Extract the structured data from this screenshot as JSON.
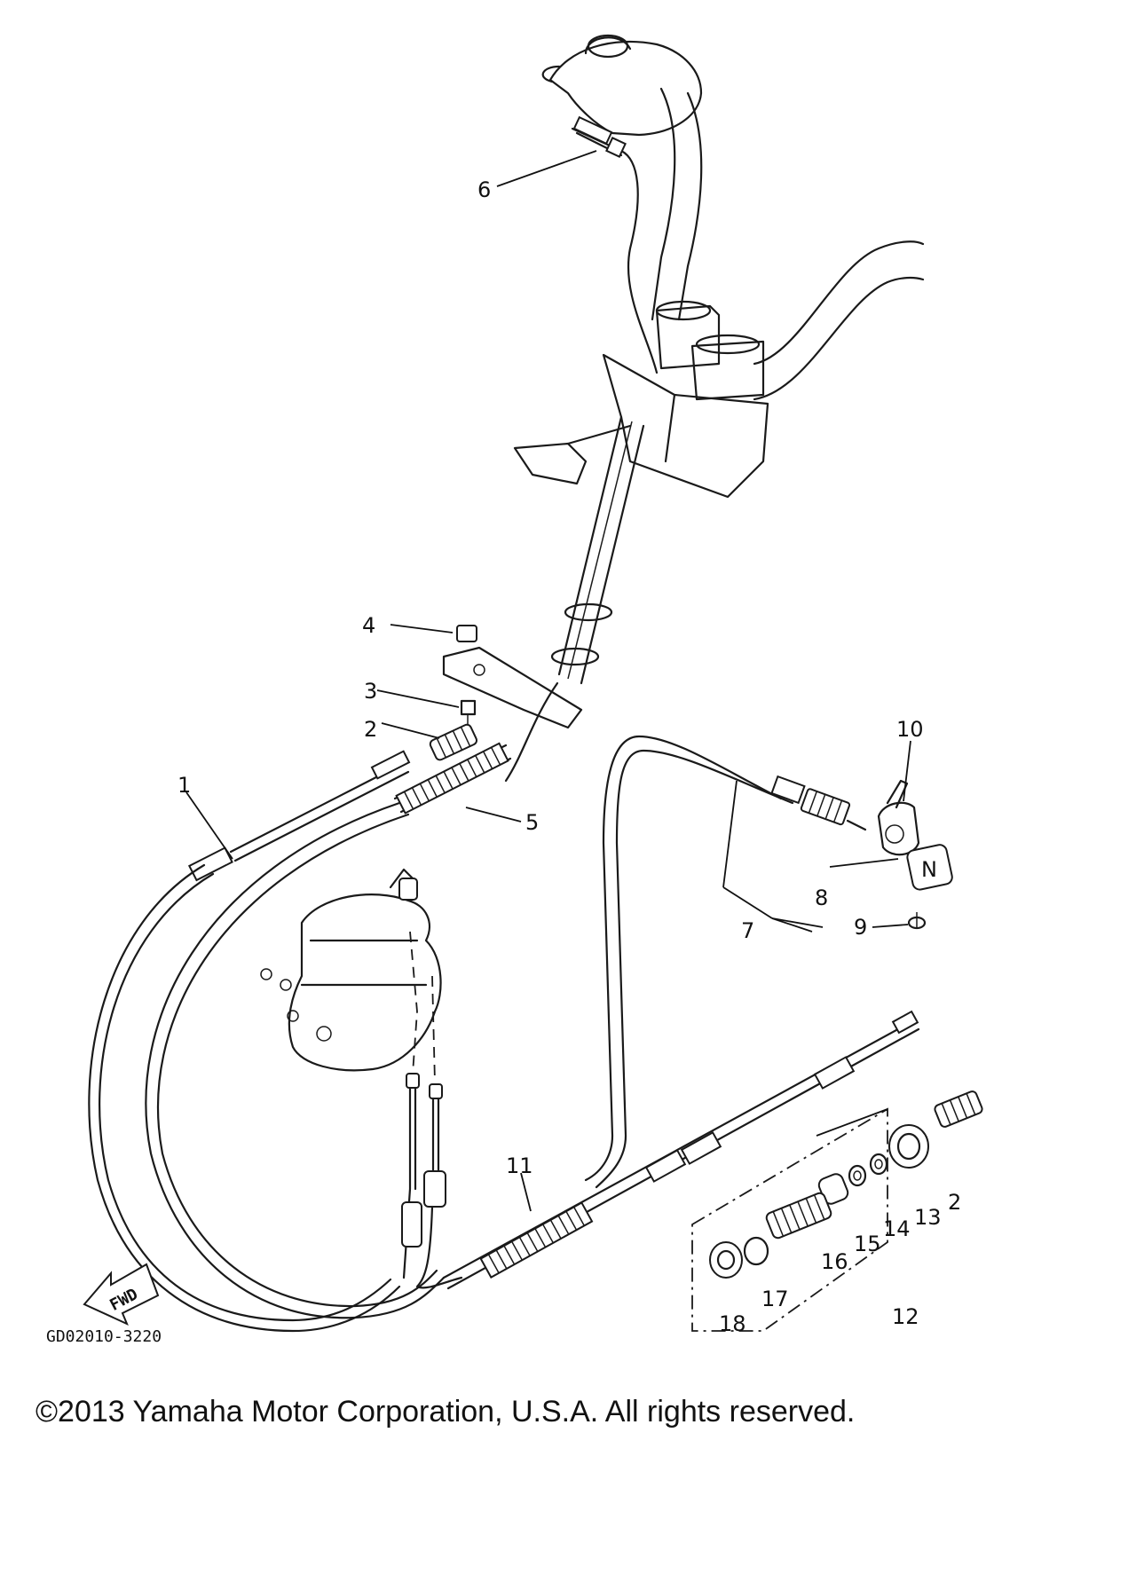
{
  "diagram": {
    "drawing_code": "GD02010-3220",
    "fwd_label": "FWD",
    "selector_letter": "N",
    "callouts": [
      "1",
      "2",
      "3",
      "4",
      "5",
      "6",
      "7",
      "8",
      "9",
      "10",
      "11",
      "12",
      "13",
      "14",
      "15",
      "16",
      "17",
      "18",
      "2"
    ]
  },
  "footer": {
    "copyright": "©2013 Yamaha Motor Corporation, U.S.A. All rights reserved."
  }
}
